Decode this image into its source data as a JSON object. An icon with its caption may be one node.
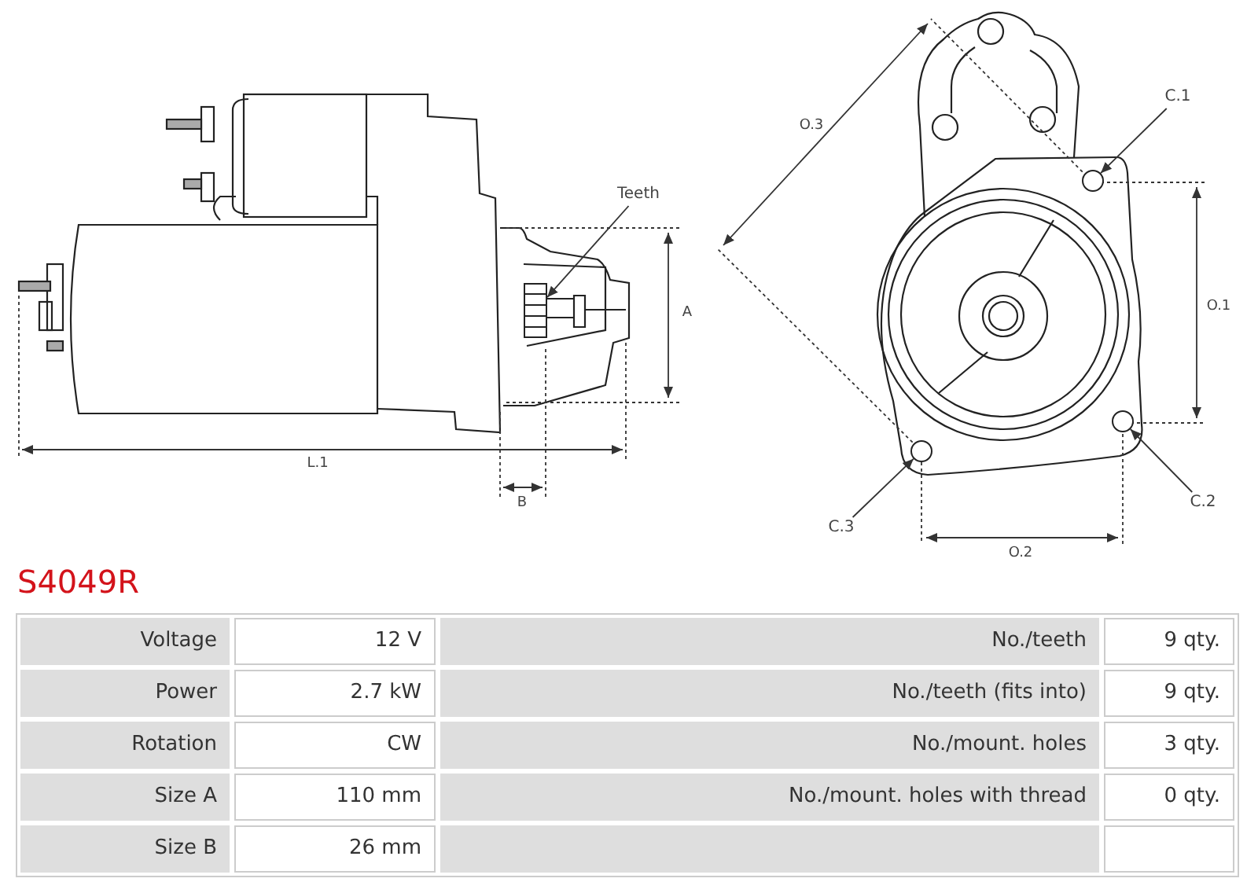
{
  "diagram": {
    "nodes": [
      {
        "text": [
          "Teeth"
        ]
      },
      {
        "text": [],
        "shape": "picture"
      },
      {
        "text": [
          "C.1"
        ]
      },
      {
        "text": [],
        "shape": "circle"
      },
      {
        "text": [
          "C.2"
        ]
      },
      {
        "text": [],
        "shape": "circle"
      },
      {
        "text": [
          "C.3"
        ]
      },
      {
        "text": [],
        "shape": "circle"
      }
    ],
    "edges": [
      {
        "from": 0,
        "to": 1,
        "arrow": "to"
      },
      {
        "from": 2,
        "to": 3,
        "arrow": "to"
      },
      {
        "from": 4,
        "to": 5,
        "arrow": "to"
      },
      {
        "from": 6,
        "to": 7,
        "arrow": "to"
      }
    ],
    "labels": [
      "A",
      "L.1",
      "B",
      "O.3",
      "O.1",
      "O.2",
      "S4049R",
      "Voltage",
      "12 V",
      "No./teeth",
      "9 qty.",
      "Power",
      "2.7 kW",
      "No./teeth (fits into)",
      "9 qty.",
      "Rotation",
      "CW",
      "No./mount. holes",
      "3 qty.",
      "Size A",
      "110 mm",
      "No./mount. holes with thread",
      "0 qty.",
      "Size B",
      "26 mm"
    ]
  }
}
